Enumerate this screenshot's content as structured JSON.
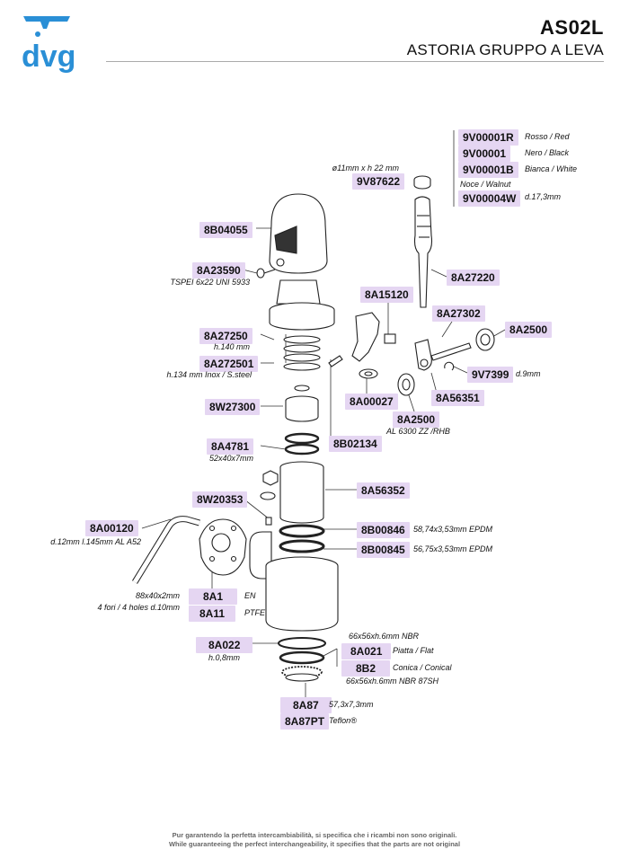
{
  "header": {
    "code": "AS02L",
    "subtitle": "ASTORIA GRUPPO A LEVA",
    "logo_text": "dvg",
    "accent_color": "#2a8fd6"
  },
  "parts": {
    "p9V00001R": "9V00001R",
    "p9V00001": "9V00001",
    "p9V00001B": "9V00001B",
    "p9V00004W": "9V00004W",
    "p9V87622": "9V87622",
    "p8B04055": "8B04055",
    "p8A23590": "8A23590",
    "p8A27220": "8A27220",
    "p8A15120": "8A15120",
    "p8A27302": "8A27302",
    "p8A2500a": "8A2500",
    "p8A27250": "8A27250",
    "p8A272501": "8A272501",
    "p9V7399": "9V7399",
    "p8A00027": "8A00027",
    "p8A56351": "8A56351",
    "p8W27300": "8W27300",
    "p8A2500b": "8A2500",
    "p8A4781": "8A4781",
    "p8B02134": "8B02134",
    "p8A56352": "8A56352",
    "p8W20353": "8W20353",
    "p8A00120": "8A00120",
    "p8B00846": "8B00846",
    "p8B00845": "8B00845",
    "p8A1": "8A1",
    "p8A11": "8A11",
    "p8A022": "8A022",
    "p8A021": "8A021",
    "p8B2": "8B2",
    "p8A87": "8A87",
    "p8A87PT": "8A87PT"
  },
  "notes": {
    "rosso": "Rosso / Red",
    "nero": "Nero / Black",
    "bianca": "Bianca / White",
    "noce": "Noce / Walnut",
    "d173": "d.17,3mm",
    "dia11": "ø11mm x h 22 mm",
    "tspei": "TSPEI 6x22 UNI 5933",
    "h140": "h.140 mm",
    "h134": "h.134 mm Inox / S.steel",
    "d9": "d.9mm",
    "al6300": "AL 6300 ZZ /RHB",
    "dim52": "52x40x7mm",
    "d12": "d.12mm l.145mm AL A52",
    "epdm846": "58,74x3,53mm EPDM",
    "epdm845": "56,75x3,53mm EPDM",
    "dim88": "88x40x2mm",
    "fori": "4 fori / 4 holes d.10mm",
    "en": "EN",
    "ptfe": "PTFE",
    "nbr66": "66x56xh.6mm NBR",
    "h08": "h.0,8mm",
    "piatta": "Piatta / Flat",
    "conica": "Conica / Conical",
    "nbr87": "66x56xh.6mm NBR 87SH",
    "dim57": "57,3x7,3mm",
    "teflon": "Teflon®"
  },
  "footer": {
    "it": "Pur garantendo la perfetta intercambiabilità, si specifica che i ricambi non sono originali.",
    "en": "While guaranteeing the perfect interchangeability, it specifies that the parts are not original"
  }
}
